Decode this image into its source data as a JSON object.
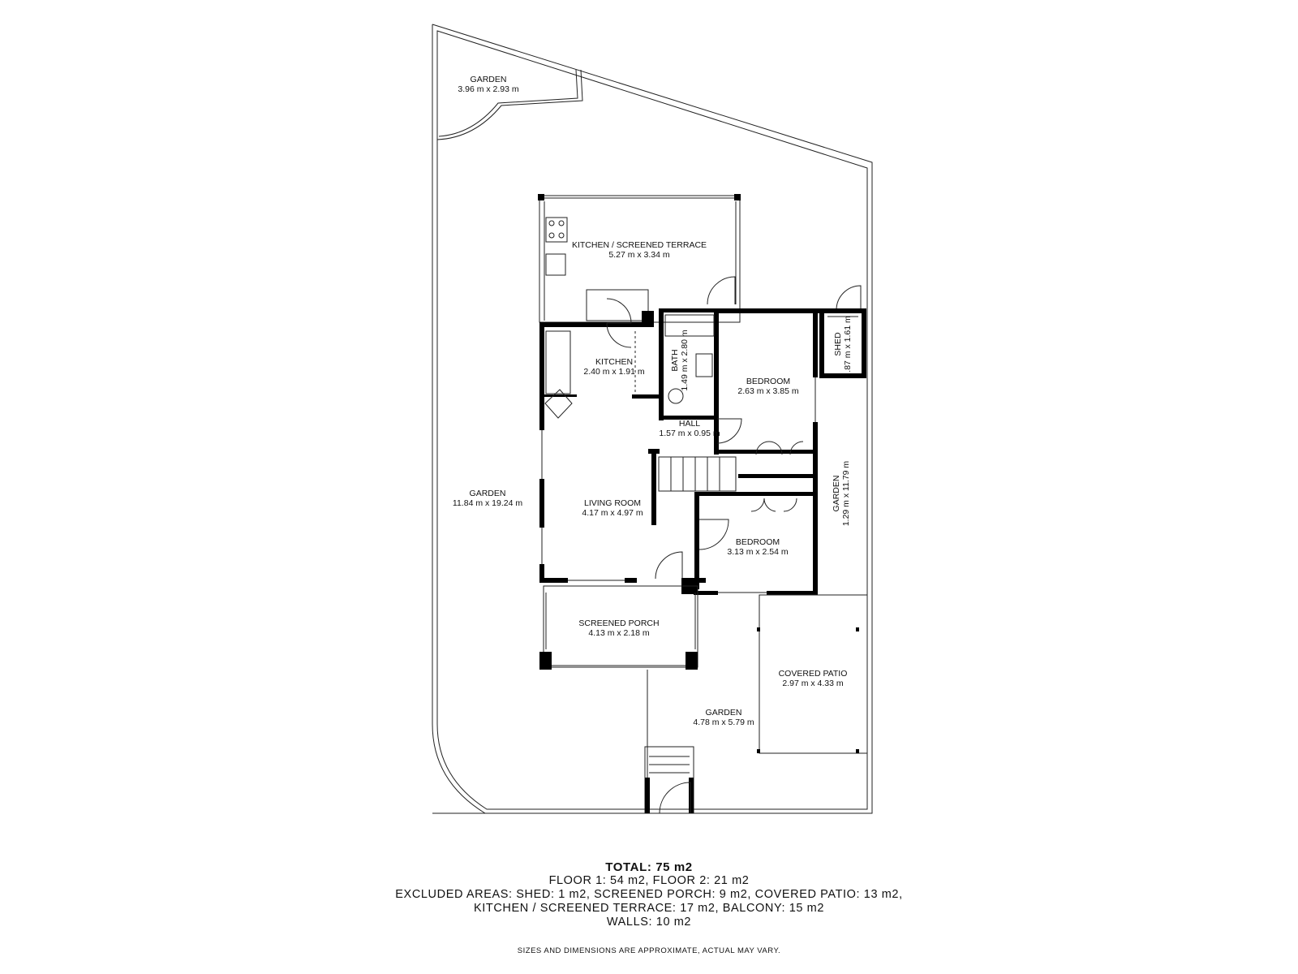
{
  "rooms": {
    "garden_top": {
      "name": "GARDEN",
      "dims": "3.96 m x 2.93 m"
    },
    "kitchen_terrace": {
      "name": "KITCHEN / SCREENED TERRACE",
      "dims": "5.27 m x 3.34 m"
    },
    "kitchen": {
      "name": "KITCHEN",
      "dims": "2.40 m x 1.91 m"
    },
    "bath": {
      "name": "BATH",
      "dims": "1.49 m x 2.80 m"
    },
    "bedroom_1": {
      "name": "BEDROOM",
      "dims": "2.63 m x 3.85 m"
    },
    "shed": {
      "name": "SHED",
      "dims": ".87 m x 1.61 m"
    },
    "hall": {
      "name": "HALL",
      "dims": "1.57 m x 0.95 m"
    },
    "garden_left": {
      "name": "GARDEN",
      "dims": "11.84 m x 19.24 m"
    },
    "living_room": {
      "name": "LIVING ROOM",
      "dims": "4.17 m x 4.97 m"
    },
    "garden_right": {
      "name": "GARDEN",
      "dims": "1.29 m x 11.79 m"
    },
    "bedroom_2": {
      "name": "BEDROOM",
      "dims": "3.13 m x 2.54 m"
    },
    "screened_porch": {
      "name": "SCREENED PORCH",
      "dims": "4.13 m x 2.18 m"
    },
    "covered_patio": {
      "name": "COVERED PATIO",
      "dims": "2.97 m x 4.33 m"
    },
    "garden_bottom": {
      "name": "GARDEN",
      "dims": "4.78 m x 5.79 m"
    }
  },
  "summary": {
    "total": "TOTAL: 75 m2",
    "line1": "FLOOR 1: 54 m2, FLOOR 2: 21 m2",
    "line2": "EXCLUDED AREAS: SHED: 1 m2, SCREENED PORCH: 9 m2, COVERED PATIO: 13 m2,",
    "line3": "KITCHEN / SCREENED TERRACE: 17 m2, BALCONY: 15 m2",
    "line4": "WALLS: 10 m2"
  },
  "disclaimer": "SIZES AND DIMENSIONS ARE APPROXIMATE, ACTUAL MAY VARY."
}
